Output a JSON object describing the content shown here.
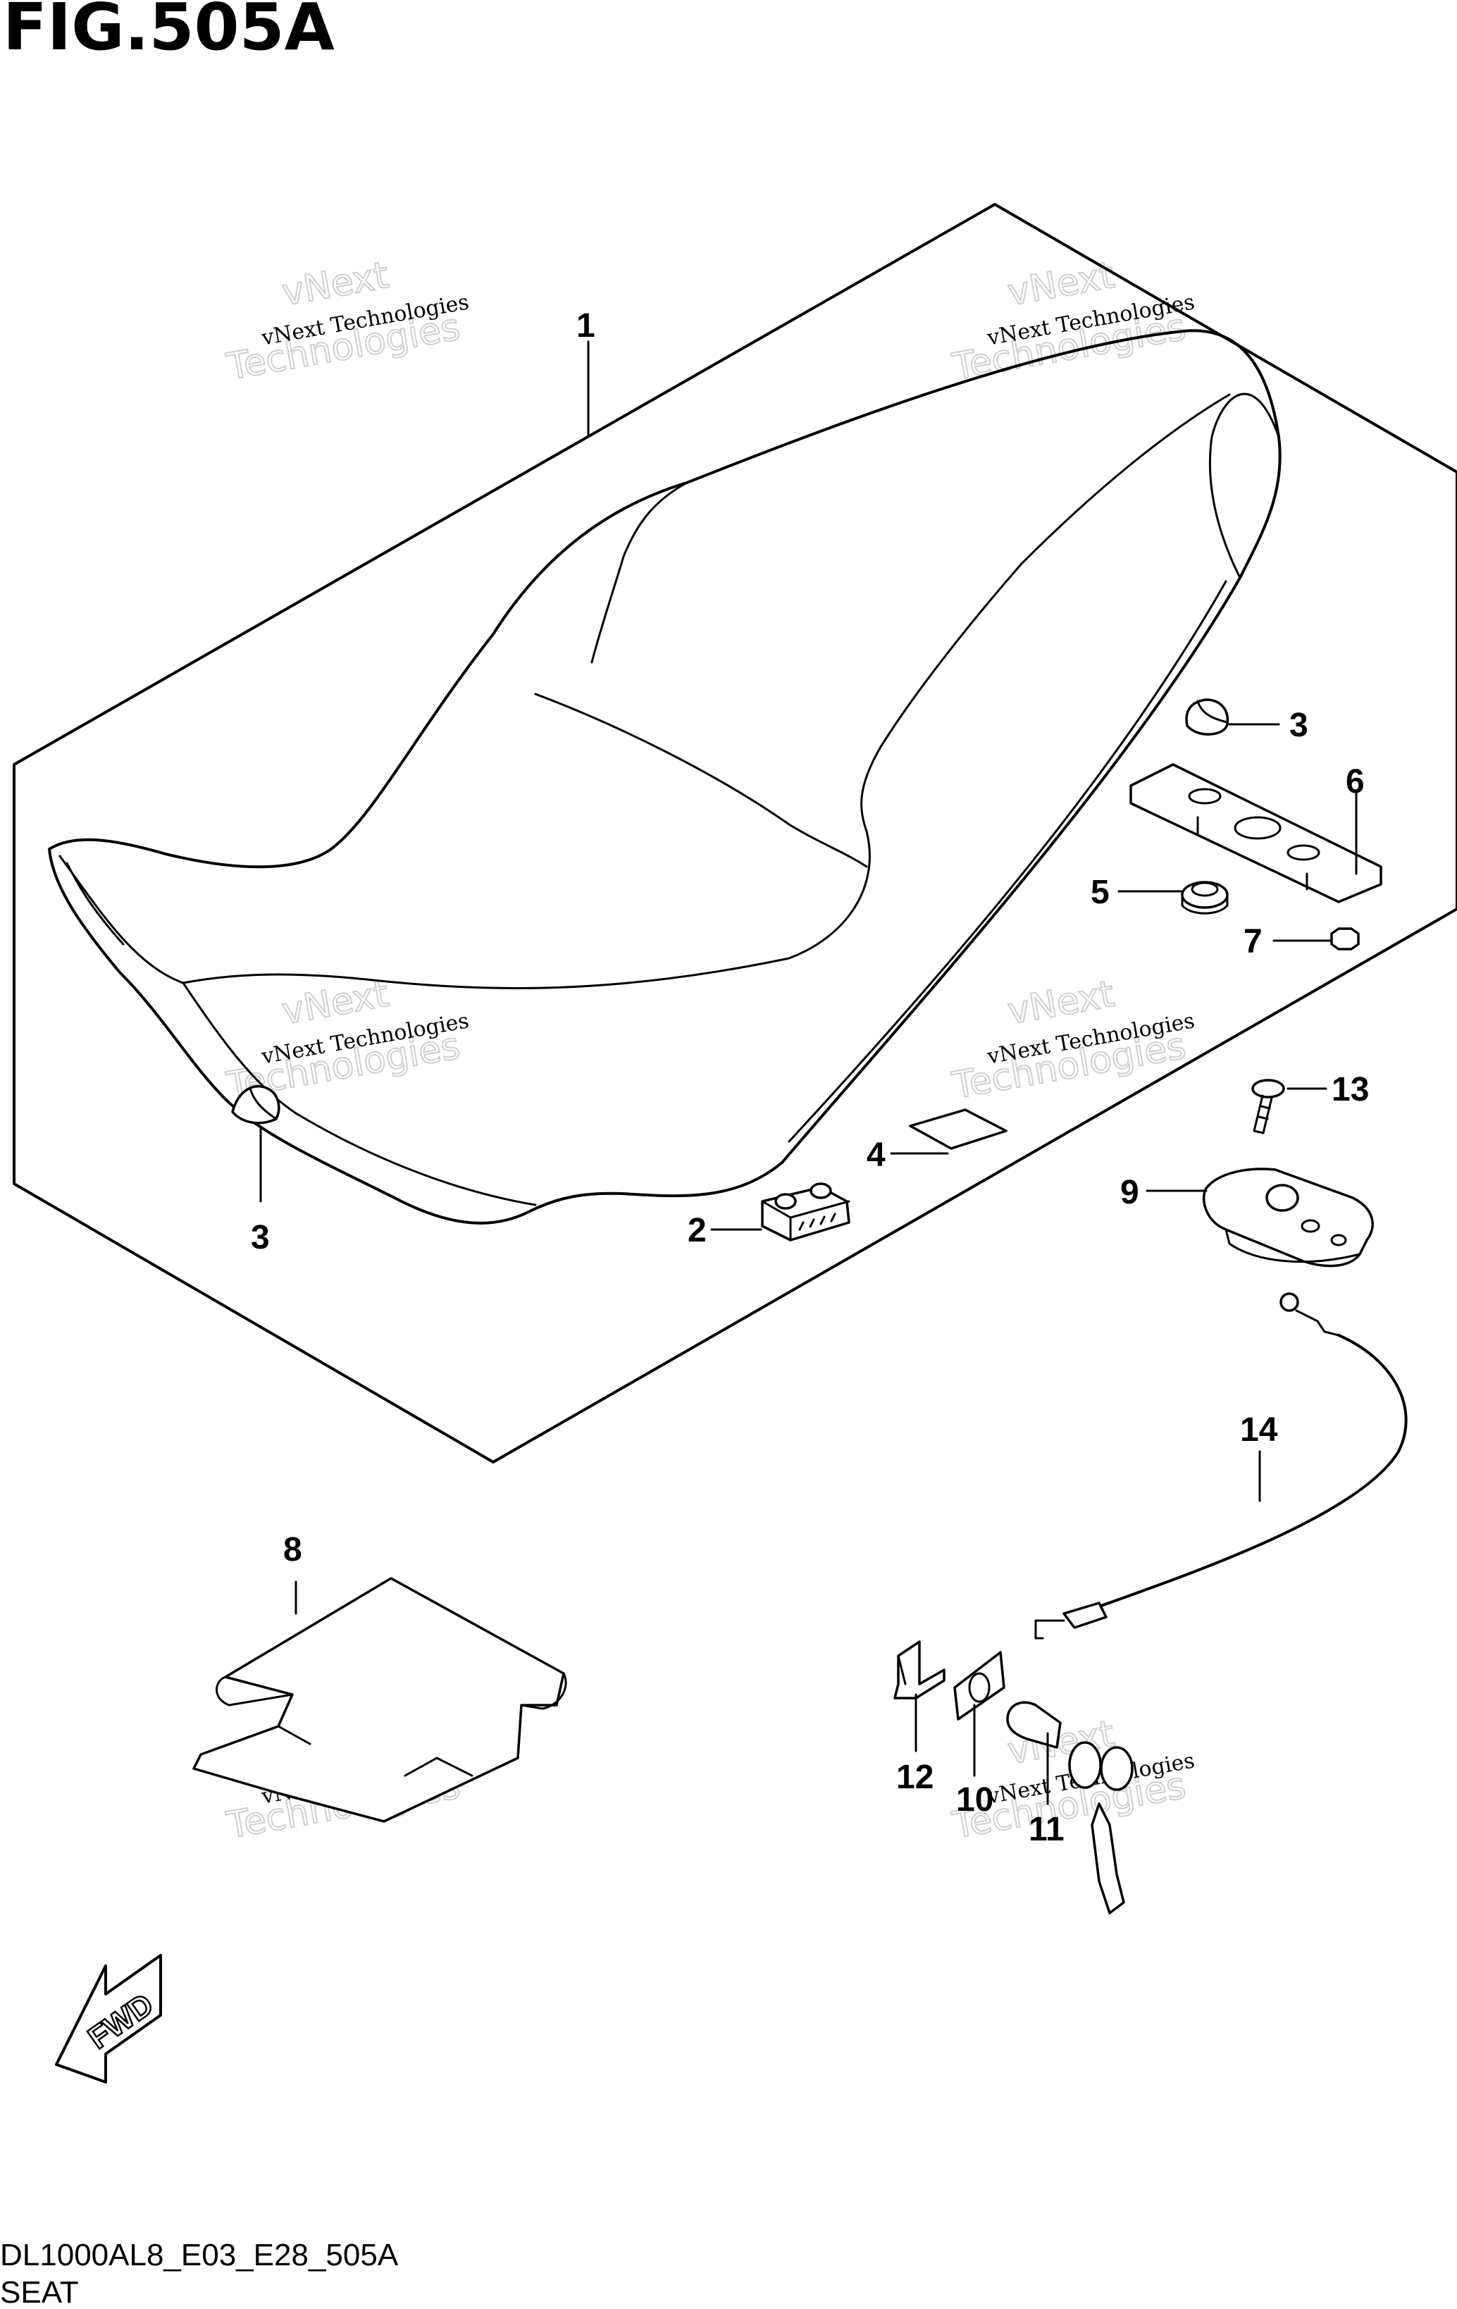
{
  "figure": {
    "title": "FIG.505A",
    "code": "DL1000AL8_E03_E28_505A",
    "name": "SEAT"
  },
  "callouts": [
    {
      "label": "1"
    },
    {
      "label": "2"
    },
    {
      "label": "3"
    },
    {
      "label": "3"
    },
    {
      "label": "4"
    },
    {
      "label": "5"
    },
    {
      "label": "6"
    },
    {
      "label": "7"
    },
    {
      "label": "8"
    },
    {
      "label": "9"
    },
    {
      "label": "10"
    },
    {
      "label": "11"
    },
    {
      "label": "12"
    },
    {
      "label": "13"
    },
    {
      "label": "14"
    }
  ],
  "direction_marker": {
    "label": "FWD"
  },
  "watermark": {
    "line1": "vNext Technologies",
    "line2": "vNext",
    "line3": "Technologies"
  }
}
